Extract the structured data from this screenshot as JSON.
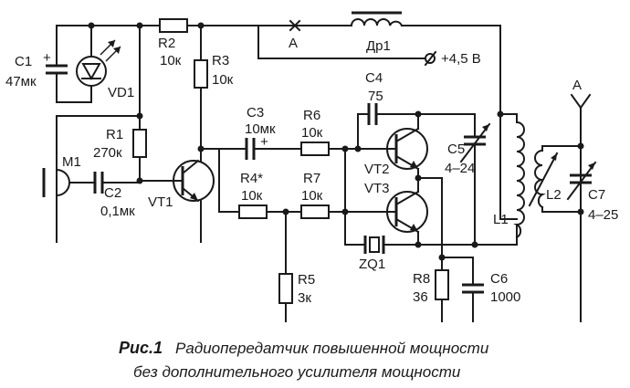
{
  "labels": {
    "c1": "C1",
    "c1_val": "47мк",
    "vd1": "VD1",
    "r1": "R1",
    "r1_val": "270к",
    "r2": "R2",
    "r2_val": "10к",
    "r3": "R3",
    "r3_val": "10к",
    "m1": "M1",
    "c2": "C2",
    "c2_val": "0,1мк",
    "vt1": "VT1",
    "c3": "C3",
    "c3_val": "10мк",
    "r4": "R4*",
    "r4_val": "10к",
    "r5": "R5",
    "r5_val": "3к",
    "r6": "R6",
    "r6_val": "10к",
    "r7": "R7",
    "r7_val": "10к",
    "c4": "C4",
    "c4_val": "75",
    "vt2": "VT2",
    "vt3": "VT3",
    "zq1": "ZQ1",
    "c5": "C5",
    "c5_val": "4–24",
    "l1": "L1",
    "l2": "L2",
    "r8": "R8",
    "r8_val": "36",
    "c6": "C6",
    "c6_val": "1000",
    "c7": "C7",
    "c7_val": "4–25",
    "dr1": "Др1",
    "point_a": "А",
    "antenna_a": "А",
    "supply": "+4,5 В",
    "plus_c1": "+",
    "plus_c3": "+"
  },
  "caption": {
    "figure_label": "Рис.1",
    "line1": "Радиопередатчик повышенной мощности",
    "line2": "без дополнительного усилителя мощности"
  }
}
